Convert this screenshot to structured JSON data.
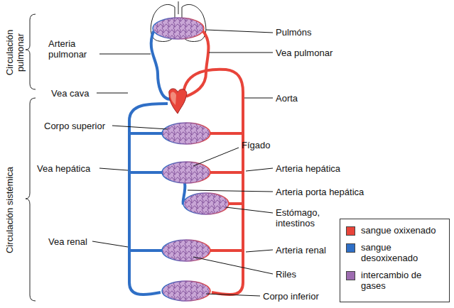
{
  "diagram": {
    "labels": [
      "Circulación pulmonar",
      "Circulación sistémica",
      "Arteria pulmonar",
      "Pulmóns",
      "Vea pulmonar",
      "Vea cava",
      "Aorta",
      "Corpo superior",
      "Fígado",
      "Vea hepática",
      "Arteria hepática",
      "Arteria porta hepática",
      "Estómago, intestinos",
      "Vea renal",
      "Arteria renal",
      "Riles",
      "Corpo inferior"
    ],
    "legend": [
      {
        "text": "sangue oxixenado",
        "color": "#e8443a"
      },
      {
        "text": "sangue desoxixenado",
        "color": "#2f6fc6"
      },
      {
        "text": "intercambio de gases",
        "color": "#9d6cb0"
      }
    ]
  }
}
